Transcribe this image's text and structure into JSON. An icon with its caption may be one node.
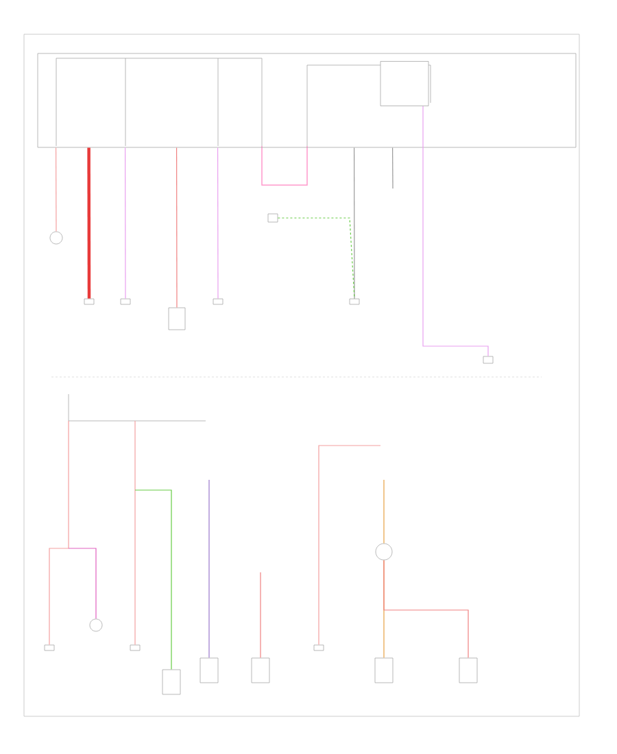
{
  "diagram": {
    "nodes": [
      {
        "text": [],
        "shape": "box"
      },
      {
        "text": [],
        "shape": "box",
        "in": 0
      },
      {
        "text": [],
        "shape": "circle"
      },
      {
        "text": [],
        "shape": "box"
      },
      {
        "text": [],
        "shape": "box"
      },
      {
        "text": [],
        "shape": "box"
      },
      {
        "text": [],
        "shape": "box"
      },
      {
        "text": [],
        "shape": "box"
      },
      {
        "text": [],
        "shape": "box"
      },
      {
        "text": [],
        "shape": "box"
      },
      {
        "text": [],
        "shape": "box"
      },
      {
        "text": [],
        "shape": "circle"
      },
      {
        "text": [],
        "shape": "box"
      },
      {
        "text": [],
        "shape": "box"
      },
      {
        "text": [],
        "shape": "box"
      },
      {
        "text": [],
        "shape": "box"
      },
      {
        "text": [],
        "shape": "box"
      },
      {
        "text": [],
        "shape": "circle"
      },
      {
        "text": [],
        "shape": "box"
      },
      {
        "text": [],
        "shape": "box"
      }
    ],
    "edges": [
      {
        "from": 0,
        "to": 2,
        "arrow": "none",
        "color": "#f4a0a0"
      },
      {
        "from": 0,
        "to": 3,
        "arrow": "none",
        "style": "thick",
        "color": "#e83a3a"
      },
      {
        "from": 0,
        "to": 4,
        "arrow": "none",
        "color": "#e9a0f0"
      },
      {
        "from": 0,
        "to": 5,
        "arrow": "none",
        "color": "#f08080"
      },
      {
        "from": 0,
        "to": 6,
        "arrow": "none",
        "color": "#e9a0f0"
      },
      {
        "from": 0,
        "to": 8,
        "arrow": "none",
        "color": "#999999"
      },
      {
        "from": 0,
        "to": null,
        "arrow": "none",
        "color": "#999999"
      },
      {
        "from": 7,
        "to": 8,
        "arrow": "none",
        "style": "dashed",
        "color": "#66cc44"
      },
      {
        "from": 1,
        "to": 9,
        "arrow": "none",
        "color": "#e9a0f0"
      },
      {
        "from": null,
        "to": 10,
        "arrow": "none",
        "color": "#f4a0a0"
      },
      {
        "from": null,
        "to": 11,
        "arrow": "none",
        "color": "#e060c0"
      },
      {
        "from": null,
        "to": 12,
        "arrow": "none",
        "color": "#f4a0a0"
      },
      {
        "from": null,
        "to": 13,
        "arrow": "none",
        "color": "#66cc44"
      },
      {
        "from": null,
        "to": 14,
        "arrow": "none",
        "color": "#9977cc"
      },
      {
        "from": null,
        "to": 15,
        "arrow": "none",
        "color": "#f08080"
      },
      {
        "from": null,
        "to": 16,
        "arrow": "none",
        "color": "#f4a0a0"
      },
      {
        "from": null,
        "to": 17,
        "arrow": "none",
        "color": "#e8a040"
      },
      {
        "from": 17,
        "to": 18,
        "arrow": "none",
        "color": "#e8a040"
      },
      {
        "from": 17,
        "to": 19,
        "arrow": "none",
        "color": "#f08080"
      }
    ]
  }
}
